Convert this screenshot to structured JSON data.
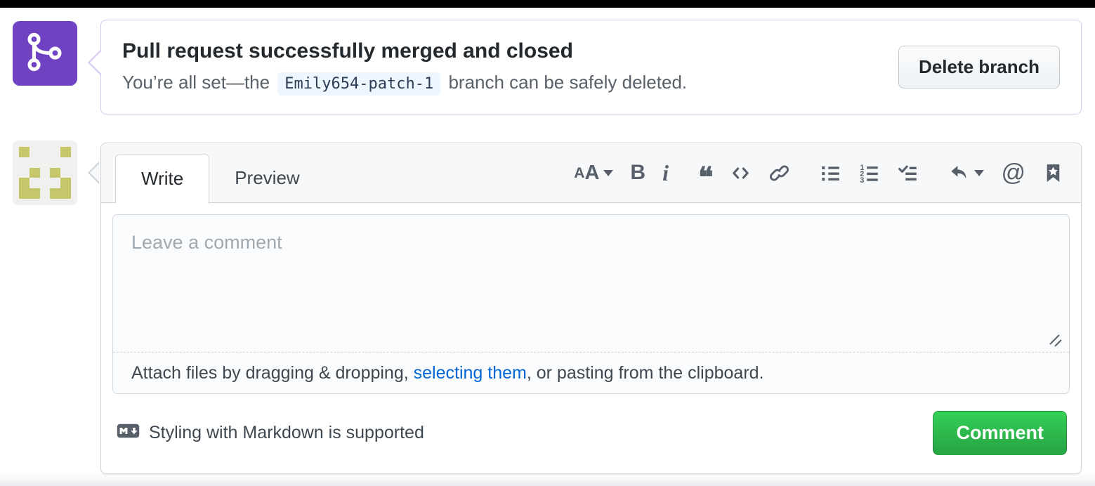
{
  "merge_banner": {
    "title": "Pull request successfully merged and closed",
    "subtitle_before": "You’re all set—the",
    "branch_name": "Emily654-patch-1",
    "subtitle_after": "branch can be safely deleted.",
    "delete_button_label": "Delete branch"
  },
  "comment_form": {
    "tabs": [
      {
        "label": "Write",
        "active": true
      },
      {
        "label": "Preview",
        "active": false
      }
    ],
    "toolbar_groups": [
      [
        "text-size-icon",
        "bold-icon",
        "italic-icon"
      ],
      [
        "quote-icon",
        "code-icon",
        "link-icon"
      ],
      [
        "unordered-list-icon",
        "ordered-list-icon",
        "task-list-icon"
      ],
      [
        "reply-icon",
        "mention-icon",
        "saved-replies-icon"
      ]
    ],
    "textarea_value": "",
    "textarea_placeholder": "Leave a comment",
    "attach": {
      "before": "Attach files by dragging & dropping, ",
      "link": "selecting them",
      "after": ", or pasting from the clipboard."
    },
    "markdown_note": "Styling with Markdown is supported",
    "comment_button_label": "Comment"
  },
  "avatar": {
    "pattern": [
      "X...X",
      ".....",
      ".X.X.",
      "X...X",
      "XX.XX"
    ],
    "block_color": "#c5c76a",
    "background_color": "#f0f0ee"
  },
  "colors": {
    "merge_purple": "#6f42c1",
    "banner_border": "#d6c7f0",
    "button_green_top": "#34d058",
    "button_green_bottom": "#28a745",
    "link_blue": "#0366d6",
    "branch_chip_bg": "#eef6ff",
    "icon_gray": "#57606a"
  }
}
